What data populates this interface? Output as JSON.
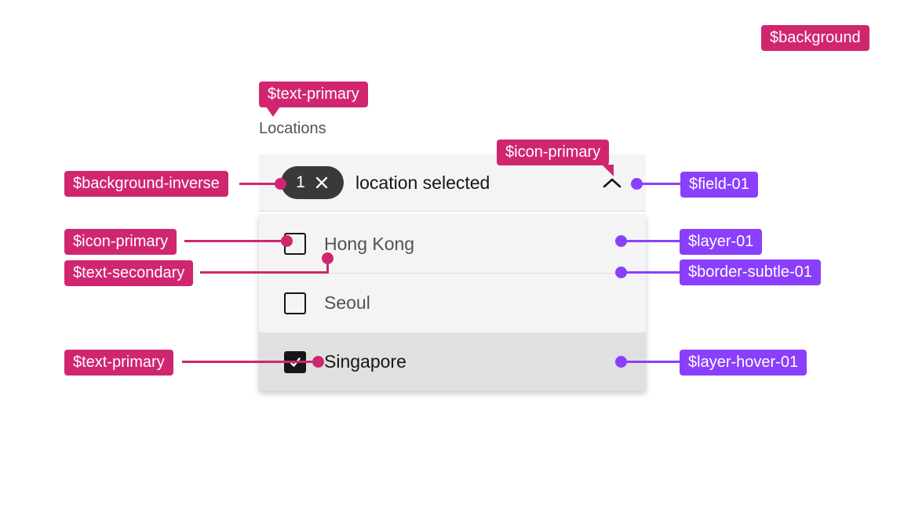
{
  "ui": {
    "label": "Locations",
    "field": {
      "tag_count": "1",
      "text": "location selected"
    },
    "items": [
      {
        "label": "Hong Kong",
        "checked": false,
        "state": "default"
      },
      {
        "label": "Seoul",
        "checked": false,
        "state": "default"
      },
      {
        "label": "Singapore",
        "checked": true,
        "state": "hover"
      }
    ]
  },
  "annotations": {
    "background": "$background",
    "text_primary_top": "$text-primary",
    "icon_primary_top": "$icon-primary",
    "background_inverse": "$background-inverse",
    "icon_primary_left": "$icon-primary",
    "text_secondary": "$text-secondary",
    "text_primary_bottom": "$text-primary",
    "field_01": "$field-01",
    "layer_01": "$layer-01",
    "border_subtle_01": "$border-subtle-01",
    "layer_hover_01": "$layer-hover-01"
  },
  "colors": {
    "background": "#ffffff",
    "magenta": "#d02670",
    "purple": "#8a3ffc",
    "field_01": "#f4f4f4",
    "layer_01": "#f4f4f4",
    "layer_hover_01": "#e0e0e0",
    "border_subtle_01": "#e0e0e0",
    "background_inverse": "#393939",
    "icon_primary": "#161616",
    "text_primary": "#161616",
    "text_secondary": "#525252"
  }
}
